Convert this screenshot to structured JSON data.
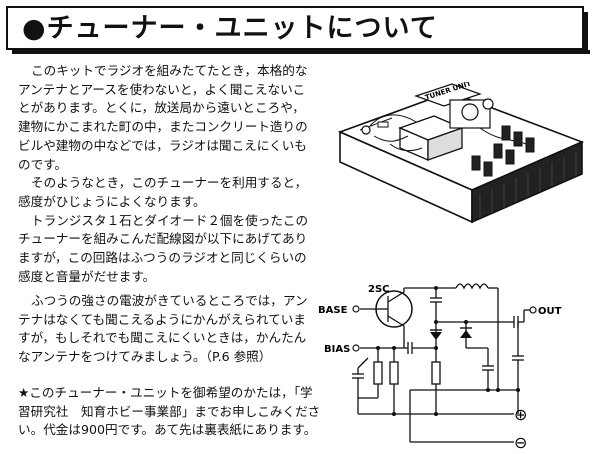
{
  "header": {
    "bullet": "●",
    "title": "チューナー・ユニットについて"
  },
  "body": {
    "lines_left": [
      "このキットでラジオを組みたてたとき，本格的な",
      "アンテナとアースを使わないと，よく聞こえないこ",
      "とがあります。とくに，放送局から遠いところや，",
      "建物にかこまれた町の中，またコンクリート造りの",
      "ビルや建物の中などでは，ラジオは聞こえにくいも",
      "のです。",
      "そのようなとき，このチューナーを利用すると，",
      "感度がひじょうによくなります。",
      "トランジスタ１石とダイオード２個を使ったこの",
      "チューナーを組みこんだ配線図が以下にあげてあり",
      "ますが，この回路はふつうのラジオと同じくらいの",
      "感度と音量がだせます。"
    ],
    "lines_wide": [
      "ふつうの強さの電波がきているところでは，アン",
      "テナはなくても聞こえるようにかんがえられていま",
      "すが，もしそれでも聞こえにくいときは，かんたん",
      "なアンテナをつけてみましょう。（P.6 参照）"
    ],
    "note_lines": [
      "★このチューナー・ユニットを御希望のかたは，「学",
      "習研究社　知育ホビー事業部」までお申しこみくださ",
      "い。代金は900円です。あて先は裏表紙にあります。"
    ]
  },
  "illustration": {
    "board_label": "TUNER UNIT"
  },
  "circuit": {
    "transistor_label": "2SC",
    "base_label": "BASE",
    "bias_label": "BIAS",
    "out_label": "OUT",
    "plus_symbol": "⊕",
    "minus_symbol": "⊖"
  }
}
